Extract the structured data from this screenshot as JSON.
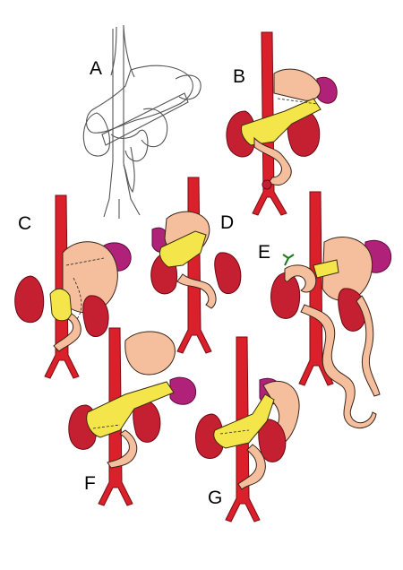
{
  "figure": {
    "panels": [
      {
        "id": "A",
        "label": "A"
      },
      {
        "id": "B",
        "label": "B"
      },
      {
        "id": "C",
        "label": "C"
      },
      {
        "id": "D",
        "label": "D"
      },
      {
        "id": "E",
        "label": "E"
      },
      {
        "id": "F",
        "label": "F"
      },
      {
        "id": "G",
        "label": "G"
      }
    ]
  },
  "colors": {
    "artery": "#d9202b",
    "kidney": "#c51f32",
    "spleen": "#b0227a",
    "stomach": "#f5bf9e",
    "pancreas": "#f4e64a",
    "outline": "#555555"
  }
}
